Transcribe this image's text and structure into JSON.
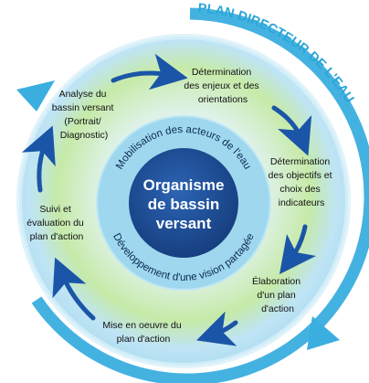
{
  "banner": "PLAN DIRECTEUR DE L'EAU",
  "center": {
    "line1": "Organisme",
    "line2": "de bassin",
    "line3": "versant"
  },
  "ring_top": "Mobilisation des acteurs de l'eau",
  "ring_bottom": "Développement d'une vision partagée",
  "steps": [
    {
      "lines": [
        "Analyse du",
        "bassin versant",
        "(Portrait/",
        "Diagnostic)"
      ]
    },
    {
      "lines": [
        "Détermination",
        "des enjeux et des",
        "orientations"
      ]
    },
    {
      "lines": [
        "Détermination",
        "des objectifs et",
        "choix des",
        "indicateurs"
      ]
    },
    {
      "lines": [
        "Élaboration",
        "d'un plan",
        "d'action"
      ]
    },
    {
      "lines": [
        "Mise en oeuvre du",
        "plan d'action"
      ]
    },
    {
      "lines": [
        "Suivi et",
        "évaluation du",
        "plan d'action"
      ]
    }
  ],
  "colors": {
    "banner_arrow": "#3aaedf",
    "cycle_arrow": "#1a55a8",
    "core": "#1f4f9a",
    "ring": "#9fd8ee",
    "swirl_green": "#b9e07a",
    "swirl_blue": "#bfe4f5"
  }
}
